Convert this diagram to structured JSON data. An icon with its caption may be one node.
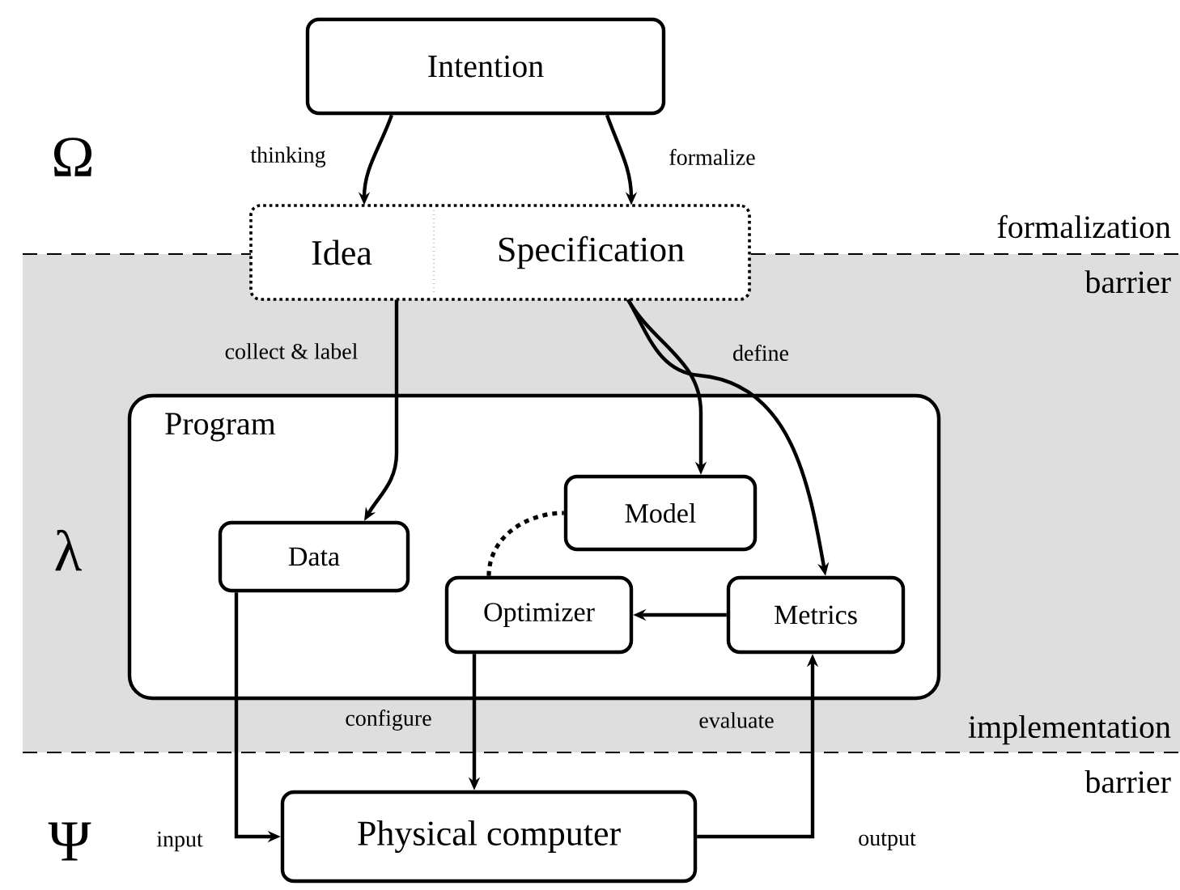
{
  "diagram": {
    "nodes": [
      {
        "text": [
          "Intention"
        ]
      },
      {
        "text": [],
        "shape": "box"
      },
      {
        "text": [
          "Idea"
        ],
        "in": 1
      },
      {
        "text": [
          "Specification"
        ],
        "in": 1
      },
      {
        "text": [
          "Program"
        ]
      },
      {
        "text": [
          "Data"
        ],
        "in": 4
      },
      {
        "text": [
          "Model"
        ],
        "in": 4
      },
      {
        "text": [
          "Optimizer"
        ],
        "in": 4
      },
      {
        "text": [
          "Metrics"
        ],
        "in": 4
      },
      {
        "text": [
          "Physical computer"
        ]
      }
    ],
    "edges": [
      {
        "from": 0,
        "to": 2,
        "arrow": "to",
        "label": "thinking"
      },
      {
        "from": 0,
        "to": 3,
        "arrow": "to",
        "label": "formalize"
      },
      {
        "from": 2,
        "to": 5,
        "arrow": "to",
        "label": "collect & label"
      },
      {
        "from": 3,
        "to": 6,
        "arrow": "to",
        "label": "define"
      },
      {
        "from": 3,
        "to": 8,
        "arrow": "to"
      },
      {
        "from": 8,
        "to": 7,
        "arrow": "to"
      },
      {
        "from": 7,
        "to": 6,
        "arrow": "none",
        "style": "dashed"
      },
      {
        "from": 5,
        "to": 9,
        "arrow": "to",
        "label": "input"
      },
      {
        "from": 7,
        "to": 9,
        "arrow": "to",
        "label": "configure"
      },
      {
        "from": 9,
        "to": 8,
        "arrow": "to",
        "label": "evaluate"
      }
    ],
    "labels": [
      "Ω",
      "formalization barrier",
      "λ",
      "implementation barrier",
      "Ψ",
      "output"
    ]
  }
}
